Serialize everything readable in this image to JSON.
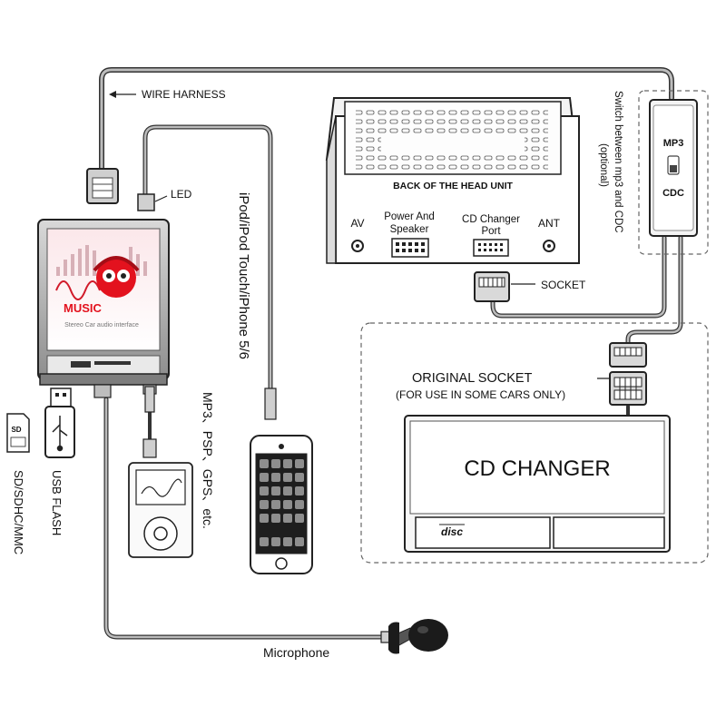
{
  "labels": {
    "wire_harness": "WIRE HARNESS",
    "led": "LED",
    "ipod": "iPod/iPod Touch/iPhone 5/6",
    "mp3_devices": "MP3、PSP、GPS、etc.",
    "usb_flash": "USB FLASH",
    "sd_card": "SD/SDHC/MMC",
    "microphone": "Microphone",
    "back_of_head_unit": "BACK OF THE HEAD UNIT",
    "av": "AV",
    "power_speaker_line1": "Power And",
    "power_speaker_line2": "Speaker",
    "cd_port_line1": "CD Changer",
    "cd_port_line2": "Port",
    "ant": "ANT",
    "socket": "SOCKET",
    "switch_note_line1": "Switch between mp3 and CDC",
    "switch_note_line2": "(optional)",
    "switch_mp3": "MP3",
    "switch_cdc": "CDC",
    "original_socket": "ORIGINAL SOCKET",
    "original_socket_note": "(FOR USE IN SOME CARS ONLY)",
    "cd_changer": "CD CHANGER",
    "disc_logo": "disc",
    "device_brand": "MUSIC",
    "device_subtitle": "Stereo Car audio interface",
    "sd_logo": "SD"
  }
}
